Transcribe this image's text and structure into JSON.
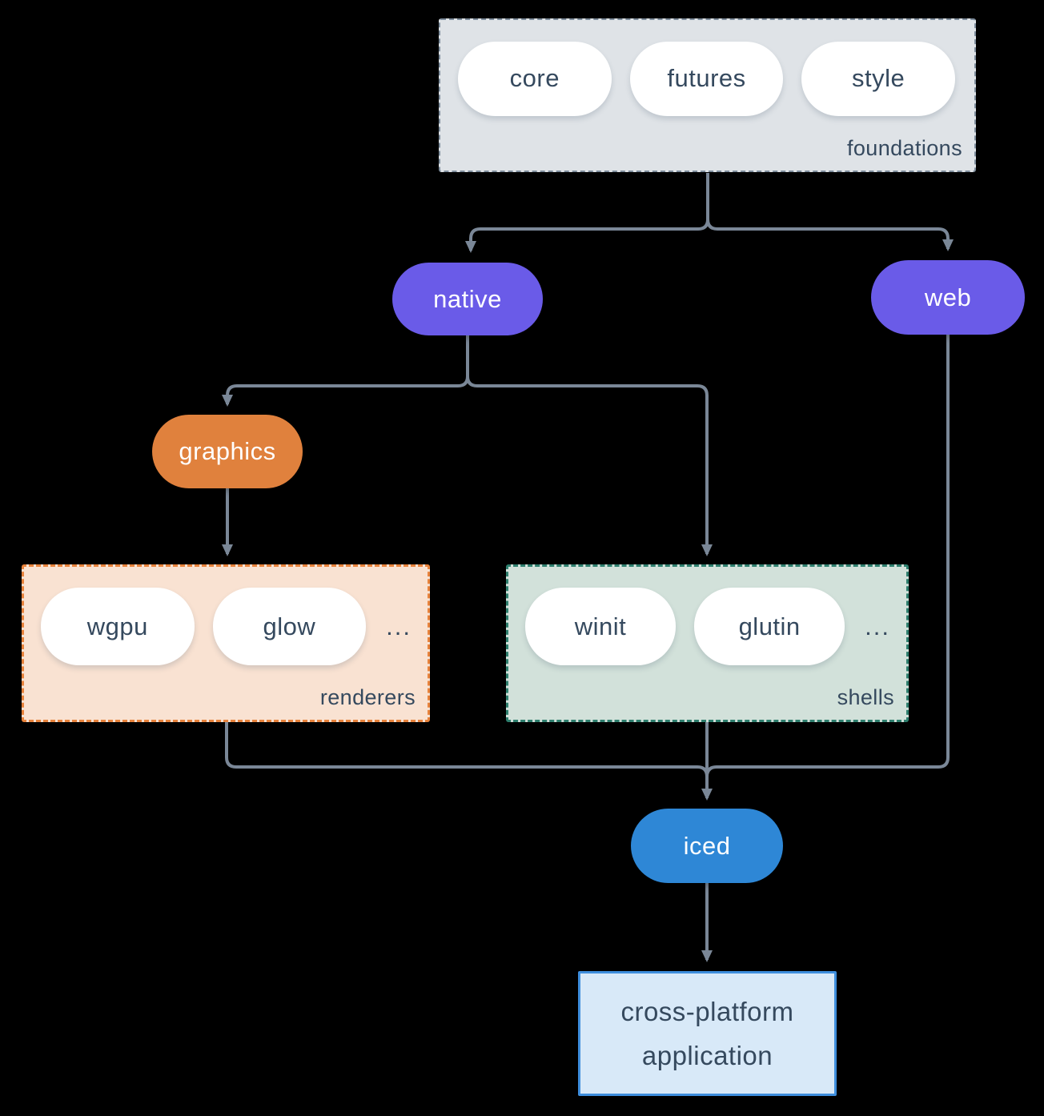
{
  "diagram": {
    "groups": {
      "foundations": {
        "label": "foundations",
        "pills": [
          "core",
          "futures",
          "style"
        ]
      },
      "renderers": {
        "label": "renderers",
        "pills": [
          "wgpu",
          "glow"
        ],
        "ellipsis": "..."
      },
      "shells": {
        "label": "shells",
        "pills": [
          "winit",
          "glutin"
        ],
        "ellipsis": "..."
      }
    },
    "nodes": {
      "native": {
        "label": "native"
      },
      "web": {
        "label": "web"
      },
      "graphics": {
        "label": "graphics"
      },
      "iced": {
        "label": "iced"
      },
      "application": {
        "line1": "cross-platform",
        "line2": "application"
      }
    },
    "colors": {
      "background": "#000000",
      "connector": "#7a8797",
      "accent_purple": "#6a5be8",
      "accent_orange": "#e0813d",
      "accent_blue": "#2e87d6",
      "foundations_fill": "#dfe3e7",
      "foundations_border": "#7e8d9c",
      "renderers_fill": "#f9e2d2",
      "renderers_border": "#e8833c",
      "shells_fill": "#d2e1da",
      "shells_border": "#2e7f6e",
      "application_fill": "#d8e9f8",
      "application_border": "#3e8edd",
      "text_dark": "#35495e",
      "text_light": "#ffffff"
    }
  }
}
